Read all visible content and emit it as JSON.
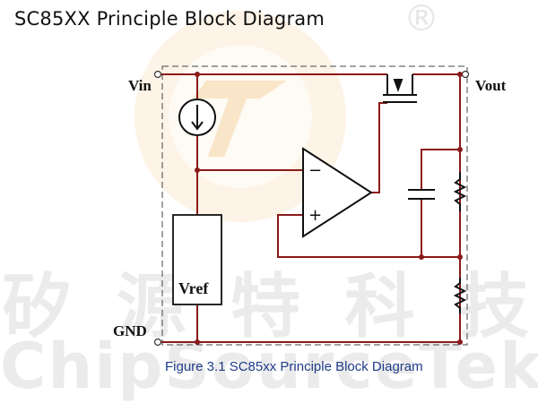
{
  "diagram": {
    "title": "SC85XX Principle Block Diagram",
    "caption": "Figure 3.1 SC85xx Principle Block Diagram",
    "pins": {
      "vin": "Vin",
      "vout": "Vout",
      "gnd": "GND"
    },
    "blocks": {
      "vref": "Vref",
      "opamp_minus": "−",
      "opamp_plus": "+"
    }
  },
  "watermark": {
    "registered_mark": "®",
    "chinese": [
      "矽",
      "源",
      "特",
      "科",
      "技"
    ],
    "english": "ChipSourceTek"
  },
  "colors": {
    "wire": "#8b1a1a",
    "component": "#111111",
    "caption": "#1f3b8a",
    "watermark": "#ebebeb",
    "logo_orange": "#f7dcb4"
  }
}
